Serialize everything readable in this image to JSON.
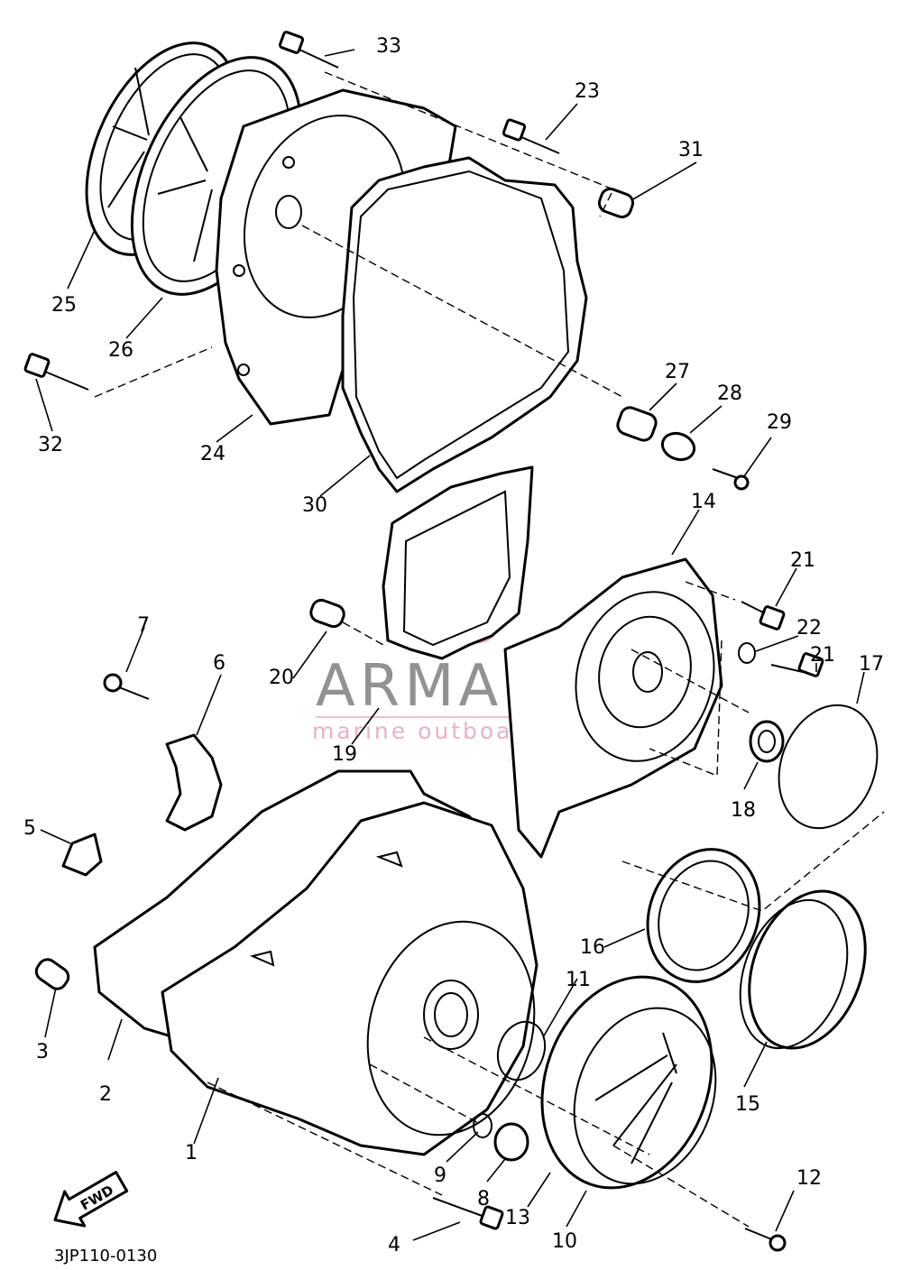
{
  "diagram": {
    "code": "3JP110-0130",
    "fwd_label": "FWD",
    "watermark": {
      "brand": "ARMADA",
      "tagline": "marine outboards",
      "logo_color": "#e8a3bf",
      "text_color": "#6e6e6e"
    },
    "callouts": {
      "c1": "1",
      "c2": "2",
      "c3": "3",
      "c4": "4",
      "c5": "5",
      "c6": "6",
      "c7": "7",
      "c8": "8",
      "c9": "9",
      "c10": "10",
      "c11": "11",
      "c12": "12",
      "c13": "13",
      "c14": "14",
      "c15": "15",
      "c16": "16",
      "c17": "17",
      "c18": "18",
      "c19": "19",
      "c20": "20",
      "c21a": "21",
      "c21b": "21",
      "c22": "22",
      "c23": "23",
      "c24": "24",
      "c25": "25",
      "c26": "26",
      "c27": "27",
      "c28": "28",
      "c29": "29",
      "c30": "30",
      "c31": "31",
      "c32": "32",
      "c33": "33"
    }
  }
}
